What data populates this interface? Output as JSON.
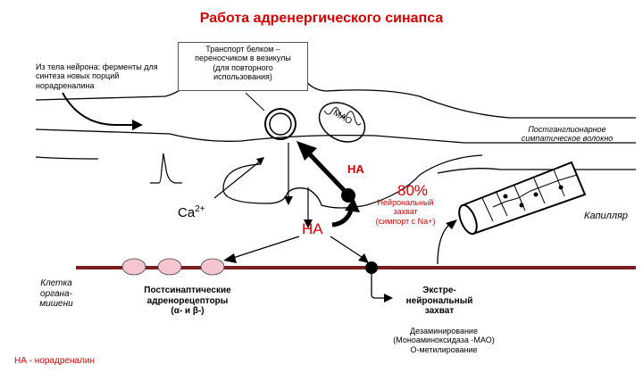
{
  "title": "Работа адренергического синапса",
  "labels": {
    "transport": "Транспорт белком –\nпереносчиком в везикулы\n(для повторного\nиспользования)",
    "from_neuron": "Из тела нейрона: ферменты для\nсинтеза новых порций\nнорадреналина",
    "mao": "МАО",
    "postganglionic": "Постганглионарное\nсимпатическое волокно",
    "na_upper": "НА",
    "ca": "Ca",
    "ca_sup": "2+",
    "percent": "80%",
    "neuronal_uptake": "Нейрональный\nзахват\n(симпорт с Na+)",
    "na_cleft": "НА",
    "capillary": "Капилляр",
    "target_cell": "Клетка\nоргана-\nмишени",
    "postsynaptic": "Постсинаптические\nадренорецепторы\n(α- и β-)",
    "extraneuronal": "Экстре-\nнейрональный\nзахват",
    "degradation": "Дезаминирование\n(Моноаминоксидаза -МАО)\nО-метилирование",
    "legend": "НА - норадреналин"
  },
  "colors": {
    "title": "#d60000",
    "accent": "#d60000",
    "membrane": "#7a1f1f",
    "receptor": "#f5c6cf",
    "line": "#000000"
  }
}
